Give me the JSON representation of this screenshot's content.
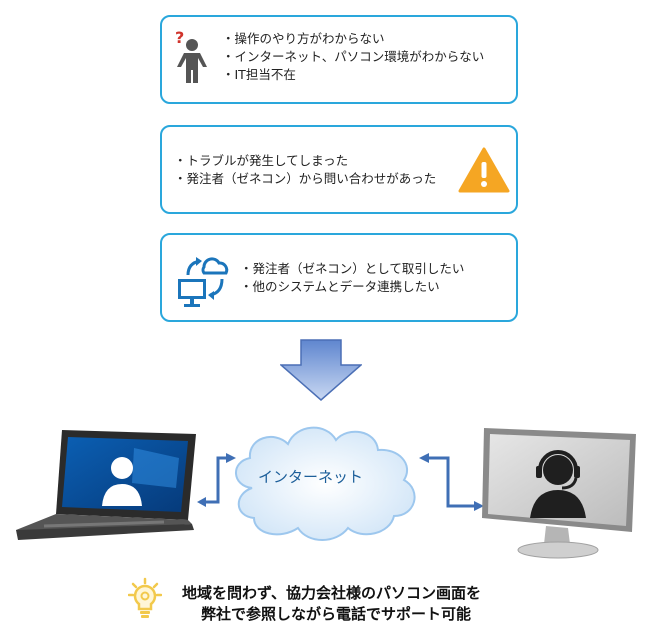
{
  "cards": [
    {
      "icon": "confused-person-icon",
      "lines": [
        "・操作のやり方がわからない",
        "・インターネット、パソコン環境がわからない",
        "・IT担当不在"
      ]
    },
    {
      "icon": "warning-icon",
      "lines": [
        "・トラブルが発生してしまった",
        "・発注者（ゼネコン）から問い合わせがあった"
      ]
    },
    {
      "icon": "cloud-sync-monitor-icon",
      "lines": [
        "・発注者（ゼネコン）として取引したい",
        "・他のシステムとデータ連携したい"
      ]
    }
  ],
  "network": {
    "label": "インターネット"
  },
  "footer": {
    "icon": "lightbulb-icon",
    "line1": "地域を問わず、協力会社様のパソコン画面を",
    "line2": "弊社で参照しながら電話でサポート可能"
  },
  "colors": {
    "card_border": "#2aa7dc",
    "icon_blue": "#1b75bb",
    "warning": "#f5a623",
    "arrow": "#6f95d6"
  }
}
